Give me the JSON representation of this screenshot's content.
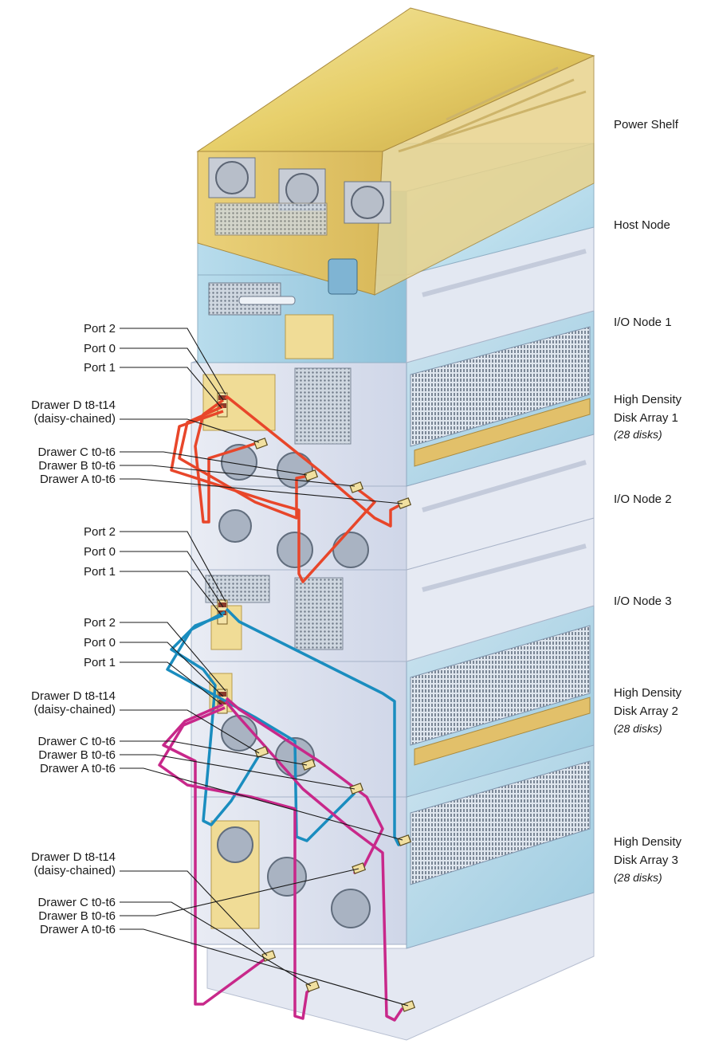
{
  "right_labels": {
    "power_shelf": "Power Shelf",
    "host_node": "Host Node",
    "io_node_1": "I/O Node 1",
    "hdda1_line1": "High Density",
    "hdda1_line2": "Disk Array 1",
    "hdda1_sub": "(28 disks)",
    "io_node_2": "I/O Node 2",
    "io_node_3": "I/O Node 3",
    "hdda2_line1": "High Density",
    "hdda2_line2": "Disk Array 2",
    "hdda2_sub": "(28 disks)",
    "hdda3_line1": "High Density",
    "hdda3_line2": "Disk Array 3",
    "hdda3_sub": "(28 disks)"
  },
  "left_labels": {
    "g1": {
      "port2": "Port 2",
      "port0": "Port 0",
      "port1": "Port 1",
      "drawer_d": "Drawer D t8-t14",
      "daisy": "(daisy-chained)",
      "drawer_c": "Drawer C   t0-t6",
      "drawer_b": "Drawer B   t0-t6",
      "drawer_a": "Drawer A   t0-t6"
    },
    "g2": {
      "port2": "Port 2",
      "port0": "Port 0",
      "port1": "Port 1"
    },
    "g3": {
      "port2": "Port 2",
      "port0": "Port 0",
      "port1": "Port 1",
      "drawer_d": "Drawer D t8-t14",
      "daisy": "(daisy-chained)",
      "drawer_c": "Drawer C   t0-t6",
      "drawer_b": "Drawer B   t0-t6",
      "drawer_a": "Drawer A   t0-t6"
    },
    "g4": {
      "drawer_d": "Drawer D t8-t14",
      "daisy": "(daisy-chained)",
      "drawer_c": "Drawer C   t0-t6",
      "drawer_b": "Drawer B   t0-t6",
      "drawer_a": "Drawer A   t0-t6"
    }
  },
  "cable_colors": {
    "array1": "#e8462a",
    "array2": "#1a8dbf",
    "array3": "#c8288a"
  }
}
